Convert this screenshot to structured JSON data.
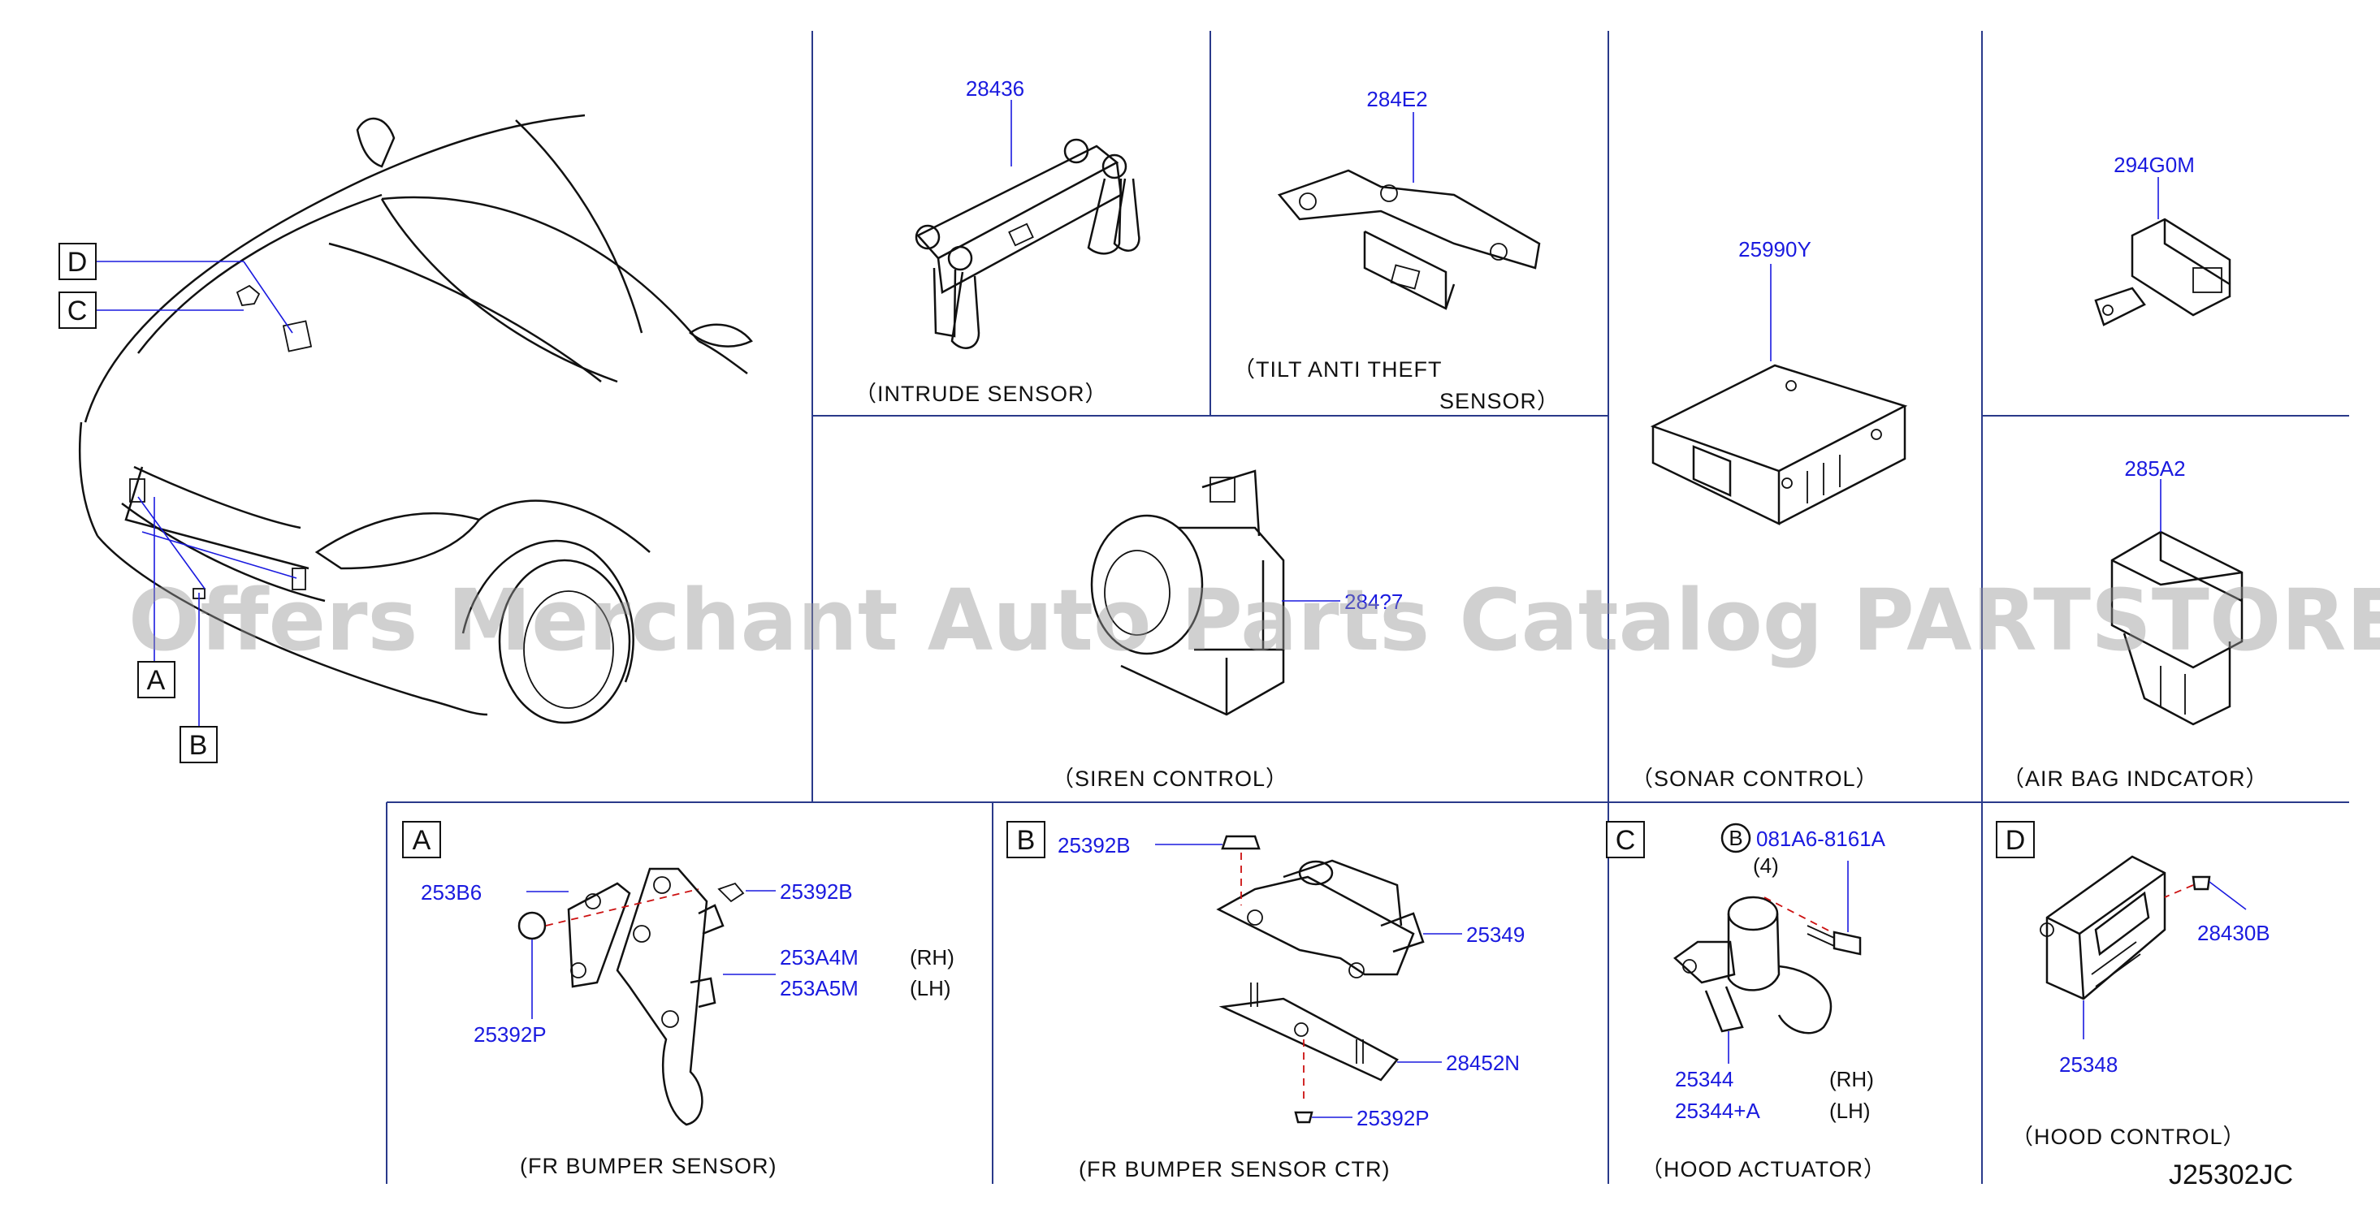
{
  "labels": {
    "p28436": "28436",
    "p284E2": "284E2",
    "p25990Y": "25990Y",
    "p294G0M": "294G0M",
    "p285A2": "285A2",
    "p284x7": "284?7",
    "p253B6": "253B6",
    "p25392B_a": "25392B",
    "p253A4M": "253A4M",
    "p253A5M": "253A5M",
    "p25392P_a": "25392P",
    "p25392B_b": "25392B",
    "p25349": "25349",
    "p28452N": "28452N",
    "p25392P_b": "25392P",
    "p081A6": "081A6-8161A",
    "qty4": "(4)",
    "p25344": "25344",
    "p25344A": "25344+A",
    "p28430B": "28430B",
    "p25348": "25348",
    "rh_a": "(RH)",
    "lh_a": "(LH)",
    "rh_c": "(RH)",
    "lh_c": "(LH)"
  },
  "captions": {
    "intrude": "（INTRUDE   SENSOR）",
    "tilt1": "（TILT   ANTI   THEFT",
    "tilt2": "SENSOR）",
    "siren": "（SIREN   CONTROL）",
    "sonar": "（SONAR   CONTROL）",
    "airbag": "（AIR   BAG   INDCATOR）",
    "frbumper": "(FR   BUMPER   SENSOR)",
    "frbumperctr": "(FR   BUMPER   SENSOR   CTR)",
    "hoodact": "（HOOD   ACTUATOR）",
    "hoodctl": "（HOOD   CONTROL）"
  },
  "callouts": {
    "A": "A",
    "B": "B",
    "C": "C",
    "D": "D",
    "circB": "B"
  },
  "watermark": "Offers Merchant Auto Parts Catalog PARTSTORE.SA",
  "diagram_code": "J25302JC"
}
